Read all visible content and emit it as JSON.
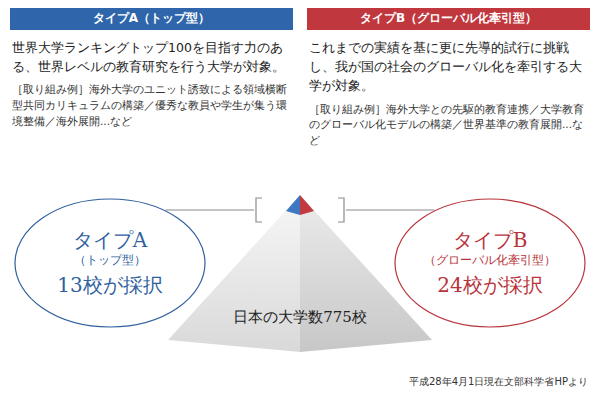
{
  "diagram": {
    "nodes": [
      {
        "text": [
          "タイプA（トップ型）",
          "世界大学ランキングトップ100を目指す力のある、世界レベルの教育研究を行う大学が対象。",
          "［取り組み例］海外大学のユニット誘致による領域横断型共同カリキュラムの構築／優秀な教員や学生が集う環境整備／海外展開...など"
        ]
      },
      {
        "text": [
          "タイプB（グローバル化牽引型）",
          "これまでの実績を基に更に先導的試行に挑戦し、我が国の社会のグローバル化を牽引する大学が対象。",
          "［取り組み例］海外大学との先駆的教育連携／大学教育のグローバル化モデルの構築／世界基準の教育展開...など"
        ]
      },
      {
        "text": [
          "タイプA",
          "（トップ型）",
          "13校が採択"
        ]
      },
      {
        "text": [
          "タイプB",
          "（グローバル化牽引型）",
          "24校が採択"
        ]
      },
      {
        "text": [
          "日本の大学数775校"
        ]
      }
    ],
    "edges": [
      {
        "from": 2,
        "to": 4,
        "arrow": "none"
      },
      {
        "from": 3,
        "to": 4,
        "arrow": "none"
      }
    ],
    "labels": [
      "平成28年4月1日現在文部科学省HPより"
    ]
  }
}
